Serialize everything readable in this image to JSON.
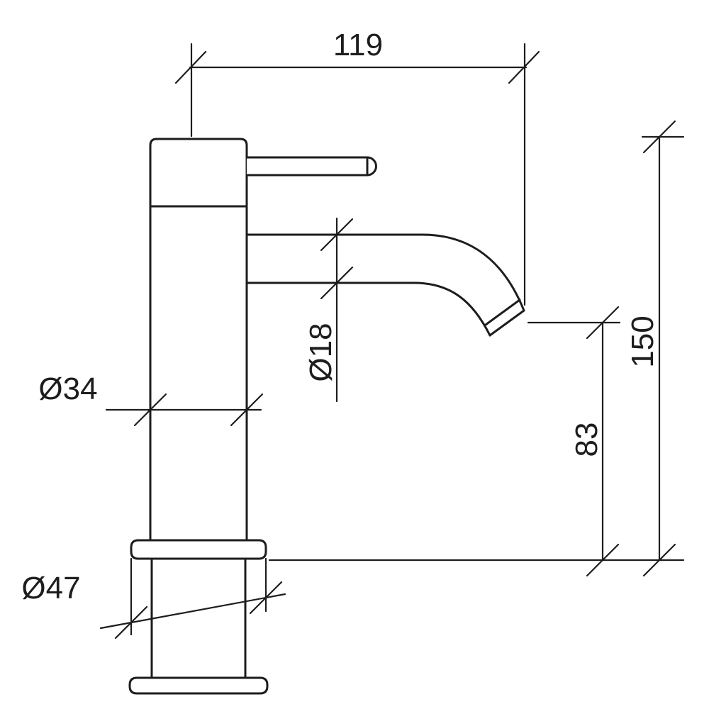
{
  "colors": {
    "background": "#ffffff",
    "line": "#1d1d1f"
  },
  "drawing": {
    "dimensions": {
      "spout_reach": {
        "label": "119"
      },
      "overall_height": {
        "label": "150"
      },
      "spout_height": {
        "label": "83"
      },
      "spout_diameter": {
        "label": "Ø18"
      },
      "body_diameter": {
        "label": "Ø34"
      },
      "base_diameter": {
        "label": "Ø47"
      }
    }
  }
}
